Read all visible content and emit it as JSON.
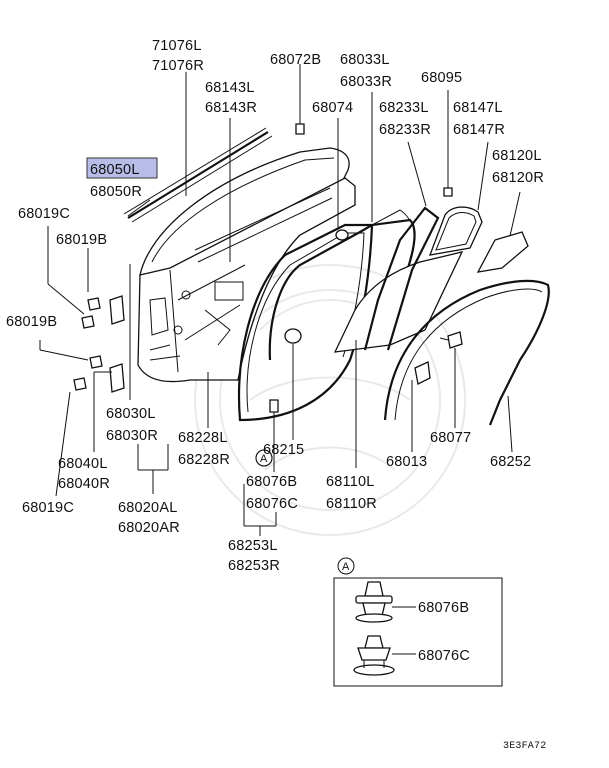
{
  "highlight_color": "#b8bde8",
  "labels": {
    "l71076": [
      "71076L",
      "71076R"
    ],
    "l68072": "68072B",
    "l68033": [
      "68033L",
      "68033R"
    ],
    "l68095": "68095",
    "l68143": [
      "68143L",
      "68143R"
    ],
    "l68074": "68074",
    "l68233": [
      "68233L",
      "68233R"
    ],
    "l68147": [
      "68147L",
      "68147R"
    ],
    "l68050": [
      "68050L",
      "68050R"
    ],
    "l68120": [
      "68120L",
      "68120R"
    ],
    "l68019c_top": "68019C",
    "l68019b": "68019B",
    "l68019b2": "68019B",
    "l68030": [
      "68030L",
      "68030R"
    ],
    "l68228": [
      "68228L",
      "68228R"
    ],
    "l68215": "68215",
    "l68077": "68077",
    "l68040": [
      "68040L",
      "68040R"
    ],
    "l68076_main": [
      "68076B",
      "68076C"
    ],
    "l68110": [
      "68110L",
      "68110R"
    ],
    "l68013": "68013",
    "l68252": "68252",
    "l68019c_bottom": "68019C",
    "l68020": [
      "68020AL",
      "68020AR"
    ],
    "l68253": [
      "68253L",
      "68253R"
    ],
    "detail_marker": "A",
    "detail": {
      "marker": "A",
      "clip_b": "68076B",
      "clip_c": "68076C"
    },
    "figure_code": "3E3FA72"
  }
}
